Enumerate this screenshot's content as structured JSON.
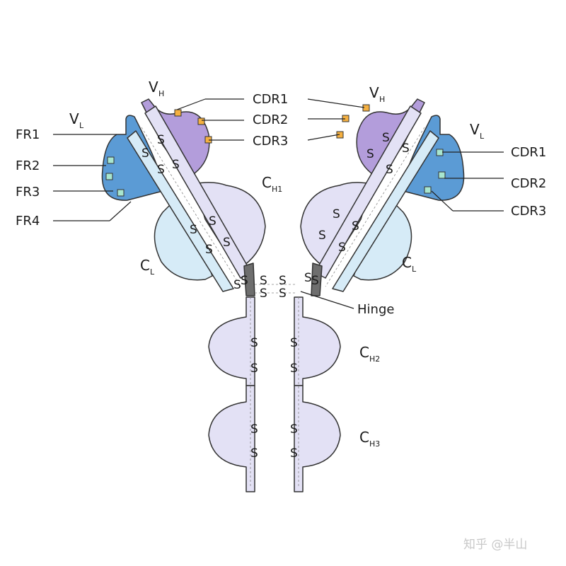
{
  "labels": {
    "vl_left": {
      "main": "V",
      "sub": "L"
    },
    "vh_left": {
      "main": "V",
      "sub": "H"
    },
    "vh_right": {
      "main": "V",
      "sub": "H"
    },
    "vl_right": {
      "main": "V",
      "sub": "L"
    },
    "ch1": {
      "main": "C",
      "sub": "H1"
    },
    "ch2": {
      "main": "C",
      "sub": "H2"
    },
    "ch3": {
      "main": "C",
      "sub": "H3"
    },
    "cl_left": {
      "main": "C",
      "sub": "L"
    },
    "cl_right": {
      "main": "C",
      "sub": "L"
    },
    "hinge": "Hinge",
    "left_fr": [
      "FR1",
      "FR2",
      "FR3",
      "FR4"
    ],
    "center_cdr": [
      "CDR1",
      "CDR2",
      "CDR3"
    ],
    "right_cdr": [
      "CDR1",
      "CDR2",
      "CDR3"
    ]
  },
  "disulfide": "S",
  "watermark": "知乎 @半山",
  "colors": {
    "light_chain_variable": "#5b9bd5",
    "light_chain_constant": "#d6ebf7",
    "heavy_chain_variable": "#b39ddb",
    "heavy_chain_constant": "#e3e1f5",
    "hinge": "#6e6e6e",
    "heavy_cdr": "#f5b041",
    "light_cdr": "#a8e6cf"
  }
}
